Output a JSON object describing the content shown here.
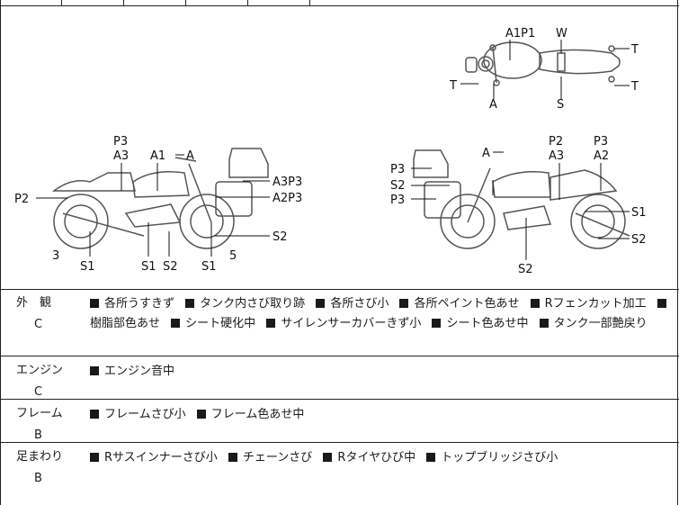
{
  "diagram": {
    "labels": {
      "top": [
        "A1P1",
        "W",
        "T",
        "T",
        "T",
        "A",
        "S"
      ],
      "left": [
        "P3",
        "A3",
        "A1",
        "A",
        "P2",
        "A3P3",
        "A2P3",
        "3",
        "S1",
        "S1",
        "S2",
        "S1",
        "S2",
        "5"
      ],
      "right": [
        "A",
        "P2",
        "A3",
        "P3",
        "A2",
        "P3",
        "S2",
        "P3",
        "S1",
        "S2",
        "S2"
      ]
    }
  },
  "rows": [
    {
      "category": "外　観",
      "grade": "C",
      "lines": [
        [
          "各所うすきず",
          "タンク内さび取り跡",
          "各所さび小",
          "各所ペイント色あせ",
          "Rフェンカット加工"
        ],
        [
          "樹脂部色あせ",
          "シート硬化中",
          "サイレンサーカバーきず小",
          "シート色あせ中",
          "タンク一部艶戻り"
        ]
      ]
    },
    {
      "category": "エンジン",
      "grade": "C",
      "lines": [
        [
          "エンジン音中"
        ]
      ]
    },
    {
      "category": "フレーム",
      "grade": "B",
      "lines": [
        [
          "フレームさび小",
          "フレーム色あせ中"
        ]
      ]
    },
    {
      "category": "足まわり",
      "grade": "B",
      "lines": [
        [
          "Rサスインナーさび小",
          "チェーンさび",
          "Rタイヤひび中",
          "トップブリッジさび小"
        ]
      ]
    }
  ]
}
